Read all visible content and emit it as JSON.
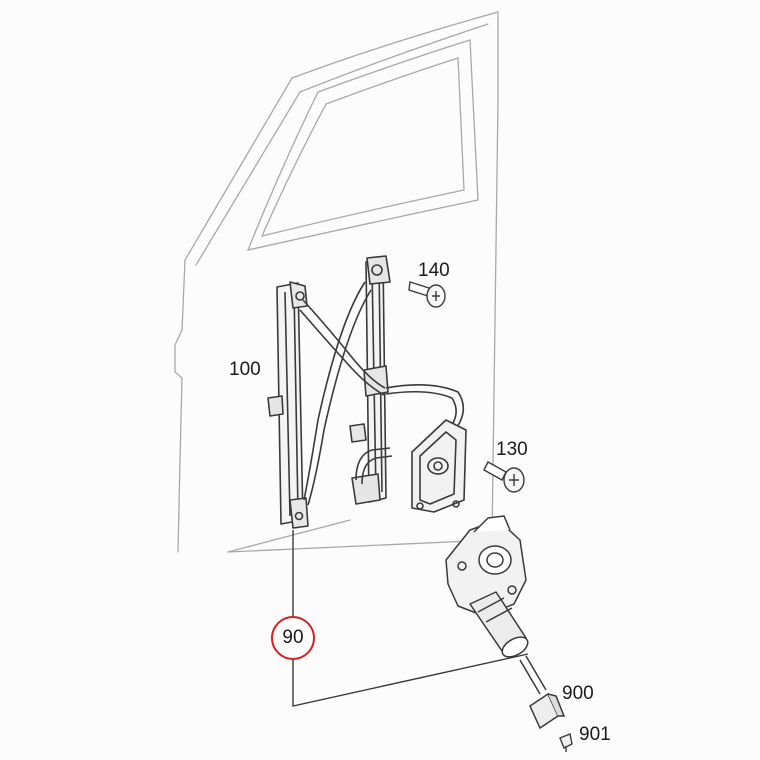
{
  "labels": {
    "part_140": "140",
    "part_100": "100",
    "part_130": "130",
    "part_90": "90",
    "part_900": "900",
    "part_901": "901"
  },
  "colors": {
    "line": "#3a3a3a",
    "faint": "#9a9a9a",
    "highlight": "#d22222"
  }
}
